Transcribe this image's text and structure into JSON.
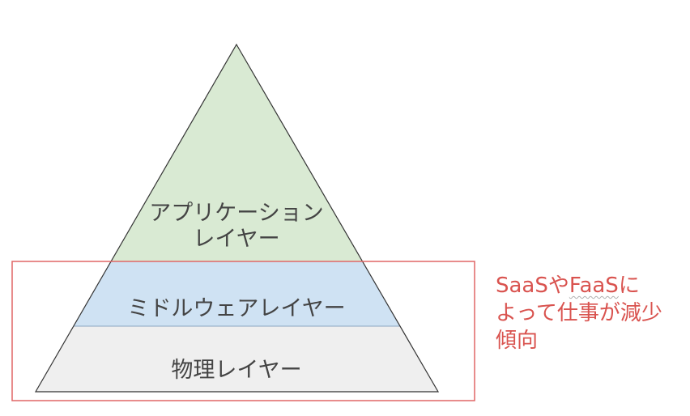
{
  "pyramid": {
    "layers": [
      {
        "id": "application",
        "lines": [
          "アプリケーション",
          "レイヤー"
        ],
        "color": "#d9ead3"
      },
      {
        "id": "middleware",
        "lines": [
          "ミドルウェアレイヤー"
        ],
        "color": "#cfe2f3"
      },
      {
        "id": "physical",
        "lines": [
          "物理レイヤー"
        ],
        "color": "#efefef"
      }
    ]
  },
  "highlight_box": {
    "color": "#e06666"
  },
  "annotation": {
    "line1_prefix": "SaaSや",
    "line1_squiggle": "FaaS",
    "line1_suffix": "に",
    "line2": "よって仕事が減少",
    "line3": "傾向",
    "color": "#e06666"
  }
}
